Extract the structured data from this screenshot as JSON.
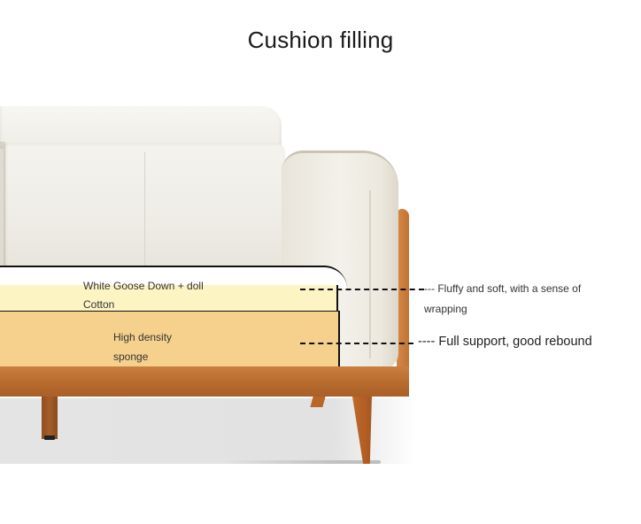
{
  "title": "Cushion filling",
  "layers": [
    {
      "name": "top-filling",
      "label_line1": "White Goose Down + doll",
      "label_line2": "Cotton",
      "color": "#fdf4c4",
      "annotation_line1": "--- Fluffy and soft, with a sense of",
      "annotation_line2": "wrapping"
    },
    {
      "name": "sponge",
      "label_line1": "High density",
      "label_line2": "sponge",
      "color": "#f6d18d",
      "annotation": "---- Full support, good rebound"
    }
  ],
  "colors": {
    "wood": "#b86b2e",
    "leather": "#f2f0ea",
    "background": "#ffffff",
    "floor": "#e3e3e3"
  }
}
